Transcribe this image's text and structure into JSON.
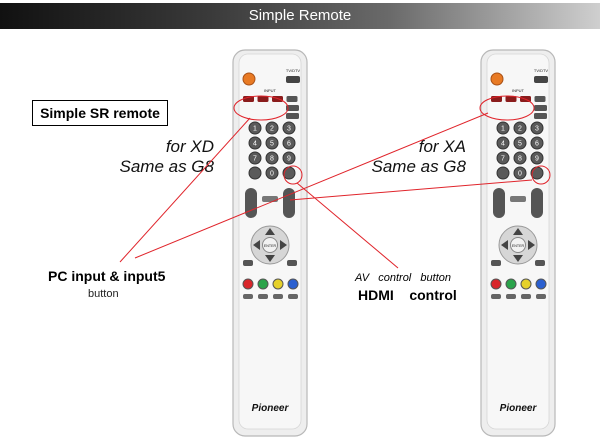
{
  "header": {
    "title": "Simple Remote"
  },
  "labels": {
    "simple_sr": "Simple SR remote",
    "xd_line1": "for XD",
    "xd_line2": "Same as G8",
    "xa_line1": "for XA",
    "xa_line2": "Same as G8",
    "pc_input": "PC input & input5",
    "pc_input_sub": "button",
    "av_control": "AV   control   button",
    "hdmi_control": "HDMI    control"
  },
  "remote": {
    "top_right_label": "TV/DTV",
    "input_label": "INPUT",
    "keypad": [
      "1",
      "2",
      "3",
      "4",
      "5",
      "6",
      "7",
      "8",
      "9",
      "",
      "0",
      ""
    ],
    "enter_label": "ENTER",
    "brand": "Pioneer"
  },
  "colors": {
    "callout": "#e0242b",
    "power": "#e87a24",
    "btn_red": "#d8252a",
    "btn_green": "#2aa34a",
    "btn_yellow": "#e6d12a",
    "btn_blue": "#2a5fd0"
  }
}
